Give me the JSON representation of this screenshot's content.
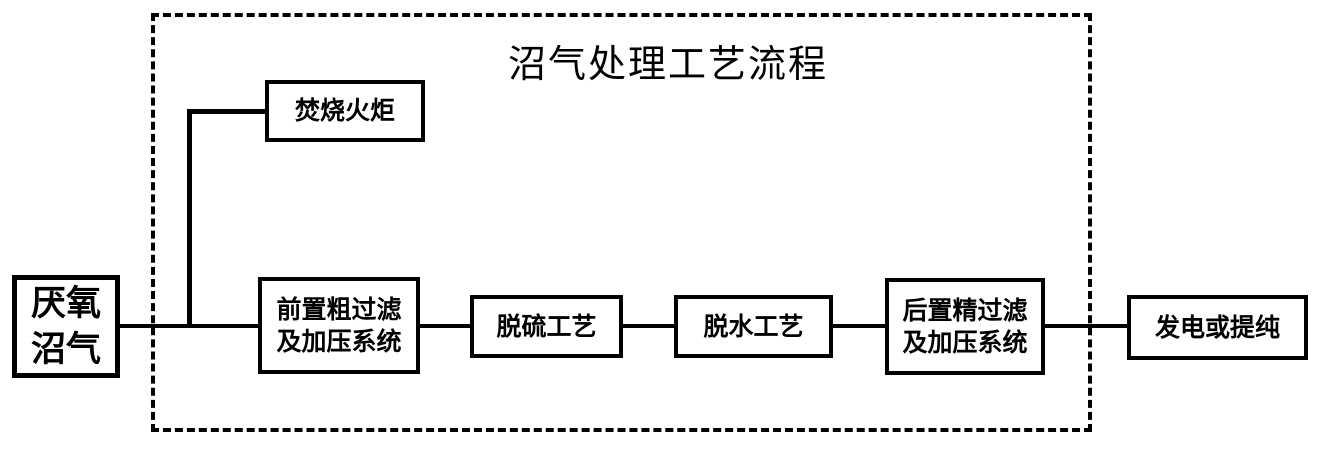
{
  "diagram": {
    "title": "沼气处理工艺流程",
    "nodes": {
      "anaerobic": {
        "line1": "厌氧",
        "line2": "沼气"
      },
      "flare": {
        "label": "焚烧火炬"
      },
      "pre_filter": {
        "line1": "前置粗过滤",
        "line2": "及加压系统"
      },
      "desulfurization": {
        "label": "脱硫工艺"
      },
      "dewatering": {
        "label": "脱水工艺"
      },
      "post_filter": {
        "line1": "后置精过滤",
        "line2": "及加压系统"
      },
      "output": {
        "label": "发电或提纯"
      }
    },
    "colors": {
      "line": "#000000",
      "background": "#ffffff",
      "text": "#000000"
    }
  }
}
